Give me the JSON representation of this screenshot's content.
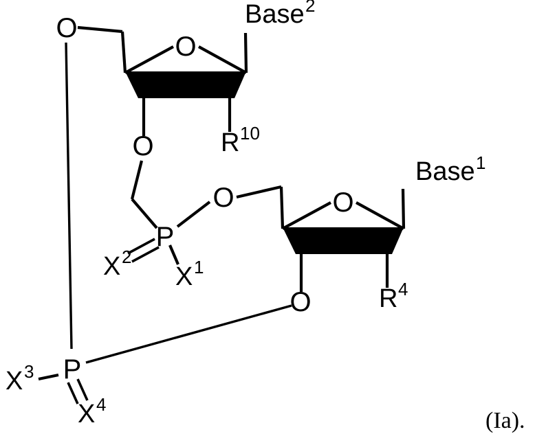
{
  "figure": {
    "kind": "chemical-structure-diagram",
    "formula_tag": "(Ia).",
    "description": "Dinucleotide with methylphosphonate-type linkage and cyclic phosphate"
  },
  "labels": {
    "o_top_left": "O",
    "o_ring_left": "O",
    "o_3prime_left": "O",
    "o_linker_right": "O",
    "o_ring_right": "O",
    "o_3prime_right": "O",
    "p_upper": "P",
    "p_lower": "P",
    "base_2_text": "Base",
    "base_2_sup": "2",
    "base_1_text": "Base",
    "base_1_sup": "1",
    "r10_text": "R",
    "r10_sup": "10",
    "r4_text": "R",
    "r4_sup": "4",
    "x1_text": "X",
    "x1_sup": "1",
    "x2_text": "X",
    "x2_sup": "2",
    "x3_text": "X",
    "x3_sup": "3",
    "x4_text": "X",
    "x4_sup": "4"
  },
  "colors": {
    "ink": "#000000",
    "background": "#ffffff"
  }
}
